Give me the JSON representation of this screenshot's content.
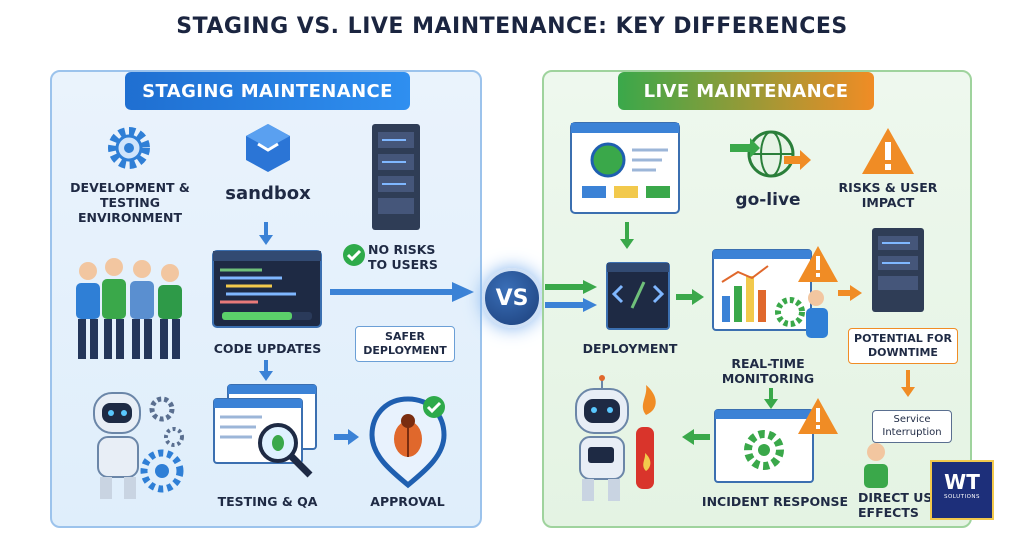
{
  "title": "STAGING VS. LIVE MAINTENANCE: KEY DIFFERENCES",
  "staging": {
    "banner": "STAGING MAINTENANCE",
    "dev_env": "DEVELOPMENT & TESTING ENVIRONMENT",
    "sandbox": "sandbox",
    "no_risks": "NO RISKS TO USERS",
    "code_updates": "CODE UPDATES",
    "safer": "SAFER DEPLOYMENT",
    "testing": "TESTING & QA",
    "approval": "APPROVAL"
  },
  "vs": "VS",
  "live": {
    "banner": "LIVE MAINTENANCE",
    "golive": "go-live",
    "risks": "RISKS & USER IMPACT",
    "deployment": "DEPLOYMENT",
    "monitoring": "REAL-TIME MONITORING",
    "downtime": "POTENTIAL FOR DOWNTIME",
    "service": "Service Interruption",
    "incident": "INCIDENT RESPONSE",
    "direct": "DIRECT US EFFECTS"
  },
  "logo": {
    "main": "WT",
    "sub": "SOLUTIONS"
  },
  "colors": {
    "staging_accent": "#1f6fd1",
    "live_accent": "#3aa84a",
    "warning": "#f08c25"
  }
}
